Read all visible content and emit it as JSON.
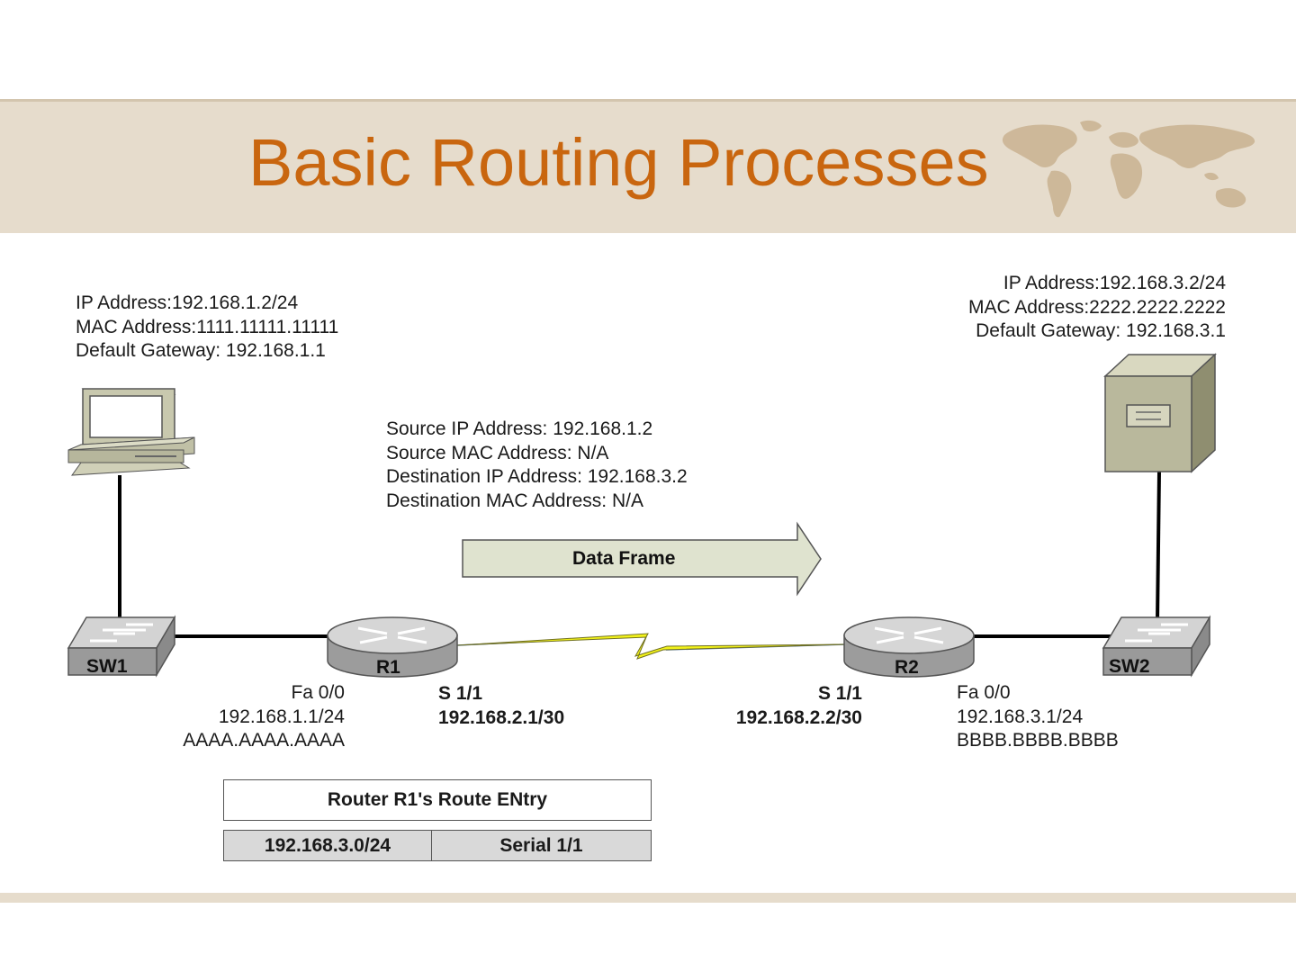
{
  "slide": {
    "title": "Basic Routing Processes"
  },
  "pc_info": {
    "lines": [
      "IP Address:192.168.1.2/24",
      "MAC Address:1111.11111.11111",
      "Default Gateway: 192.168.1.1"
    ]
  },
  "server_info": {
    "lines": [
      "IP Address:192.168.3.2/24",
      "MAC Address:2222.2222.2222",
      "Default Gateway: 192.168.3.1"
    ]
  },
  "packet_info": {
    "lines": [
      "Source IP Address: 192.168.1.2",
      "Source  MAC Address: N/A",
      "Destination IP Address: 192.168.3.2",
      "Destination MAC Address: N/A"
    ]
  },
  "data_frame": {
    "label": "Data Frame"
  },
  "devices": {
    "sw1": "SW1",
    "r1": "R1",
    "r2": "R2",
    "sw2": "SW2"
  },
  "r1_fa": {
    "lines": [
      "Fa 0/0",
      "192.168.1.1/24",
      "AAAA.AAAA.AAAA"
    ]
  },
  "r1_serial": {
    "lines": [
      "S 1/1",
      "192.168.2.1/30"
    ]
  },
  "r2_serial": {
    "lines": [
      "S 1/1",
      "192.168.2.2/30"
    ]
  },
  "r2_fa": {
    "lines": [
      "Fa 0/0",
      "192.168.3.1/24",
      "BBBB.BBBB.BBBB"
    ]
  },
  "route_table": {
    "header": "Router R1's Route ENtry",
    "network": "192.168.3.0/24",
    "interface": "Serial 1/1"
  },
  "colors": {
    "title": "#c9660f",
    "band": "#e6dccc",
    "device_gray": "#8e8e8e",
    "server": "#b9b89c",
    "arrow_fill": "#dfe3cf",
    "lightning": "#f2f21a"
  }
}
